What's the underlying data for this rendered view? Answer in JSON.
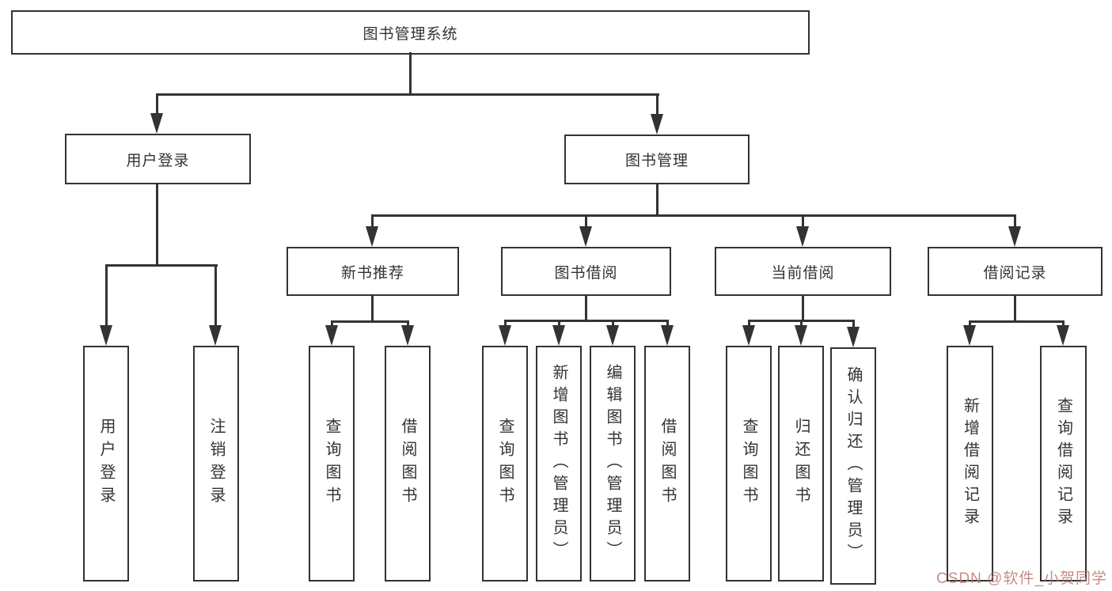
{
  "diagram": {
    "title": "图书管理系统",
    "root": "图书管理系统",
    "branches": [
      {
        "label": "用户登录",
        "leaves": [
          "用户登录",
          "注销登录"
        ]
      },
      {
        "label": "图书管理",
        "groups": [
          {
            "label": "新书推荐",
            "leaves": [
              "查询图书",
              "借阅图书"
            ]
          },
          {
            "label": "图书借阅",
            "leaves": [
              "查询图书",
              "新增图书（管理员）",
              "编辑图书（管理员）",
              "借阅图书"
            ]
          },
          {
            "label": "当前借阅",
            "leaves": [
              "查询图书",
              "归还图书",
              "确认归还（管理员）"
            ]
          },
          {
            "label": "借阅记录",
            "leaves": [
              "新增借阅记录",
              "查询借阅记录"
            ]
          }
        ]
      }
    ]
  },
  "colors": {
    "line": "#333333",
    "box_border": "#333333",
    "text": "#333333",
    "watermark": "#bb7873"
  },
  "watermark": {
    "text": "CSDN @软件_小贺同学"
  }
}
